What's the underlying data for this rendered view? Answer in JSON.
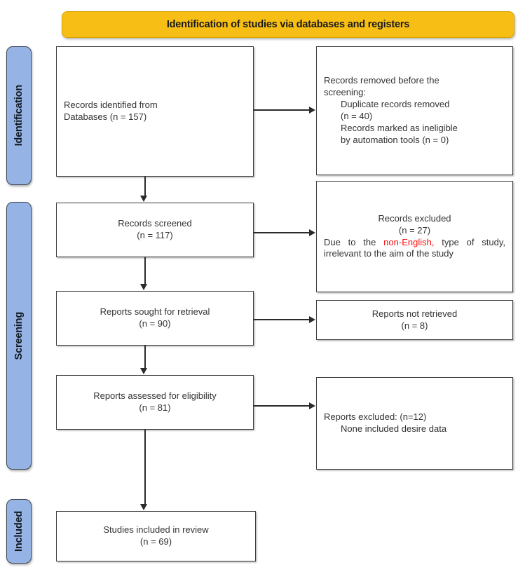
{
  "diagram": {
    "title": "Identification of studies via databases and registers",
    "accent_color": "#f7bf16",
    "stage_color": "#95b3e4",
    "highlight_color": "#fb1111"
  },
  "stages": [
    {
      "id": "identification",
      "label": "Identification"
    },
    {
      "id": "screening",
      "label": "Screening"
    },
    {
      "id": "included",
      "label": "Included"
    }
  ],
  "boxes": {
    "identified": {
      "line1": "Records identified from",
      "line2": "Databases (n = 157)"
    },
    "removed": {
      "line1": "Records removed before the",
      "line2": "screening:",
      "line3": "Duplicate records removed",
      "line4": " (n = 40)",
      "line5": "Records marked as ineligible",
      "line6": "by automation tools (n = 0)"
    },
    "screened": {
      "line1": "Records screened",
      "line2": "(n = 117)"
    },
    "records_excluded": {
      "line1": "Records excluded",
      "line2": "(n = 27)",
      "reason_prefix": "Due to the ",
      "reason_highlight": "non-English,",
      "reason_suffix": " type of study, irrelevant to the aim of the study"
    },
    "sought": {
      "line1": "Reports sought for retrieval",
      "line2": "(n = 90)"
    },
    "not_retrieved": {
      "line1": "Reports not retrieved",
      "line2": "(n = 8)"
    },
    "assessed": {
      "line1": "Reports assessed for eligibility",
      "line2": "(n = 81)"
    },
    "reports_excluded": {
      "line1": "Reports excluded: (n=12)",
      "line2": "None included desire data"
    },
    "included": {
      "line1": "Studies included in review",
      "line2": "(n = 69)"
    }
  },
  "chart_data": {
    "type": "diagram",
    "title": "Identification of studies via databases and registers",
    "nodes": [
      {
        "id": "identified",
        "stage": "Identification",
        "label": "Records identified from Databases",
        "n": 157
      },
      {
        "id": "removed",
        "stage": "Identification",
        "label": "Records removed before the screening",
        "duplicate_records_removed": 40,
        "records_marked_ineligible_by_automation_tools": 0
      },
      {
        "id": "screened",
        "stage": "Screening",
        "label": "Records screened",
        "n": 117
      },
      {
        "id": "records_excluded",
        "stage": "Screening",
        "label": "Records excluded",
        "n": 27,
        "reason": "Due to the non-English, type of study, irrelevant to the aim of the study"
      },
      {
        "id": "sought",
        "stage": "Screening",
        "label": "Reports sought for retrieval",
        "n": 90
      },
      {
        "id": "not_retrieved",
        "stage": "Screening",
        "label": "Reports not retrieved",
        "n": 8
      },
      {
        "id": "assessed",
        "stage": "Screening",
        "label": "Reports assessed for eligibility",
        "n": 81
      },
      {
        "id": "reports_excluded",
        "stage": "Screening",
        "label": "Reports excluded",
        "n": 12,
        "reason": "None included desire data"
      },
      {
        "id": "included",
        "stage": "Included",
        "label": "Studies included in review",
        "n": 69
      }
    ],
    "edges": [
      {
        "from": "identified",
        "to": "removed",
        "direction": "right"
      },
      {
        "from": "identified",
        "to": "screened",
        "direction": "down"
      },
      {
        "from": "screened",
        "to": "records_excluded",
        "direction": "right"
      },
      {
        "from": "screened",
        "to": "sought",
        "direction": "down"
      },
      {
        "from": "sought",
        "to": "not_retrieved",
        "direction": "right"
      },
      {
        "from": "sought",
        "to": "assessed",
        "direction": "down"
      },
      {
        "from": "assessed",
        "to": "reports_excluded",
        "direction": "right"
      },
      {
        "from": "assessed",
        "to": "included",
        "direction": "down"
      }
    ]
  }
}
